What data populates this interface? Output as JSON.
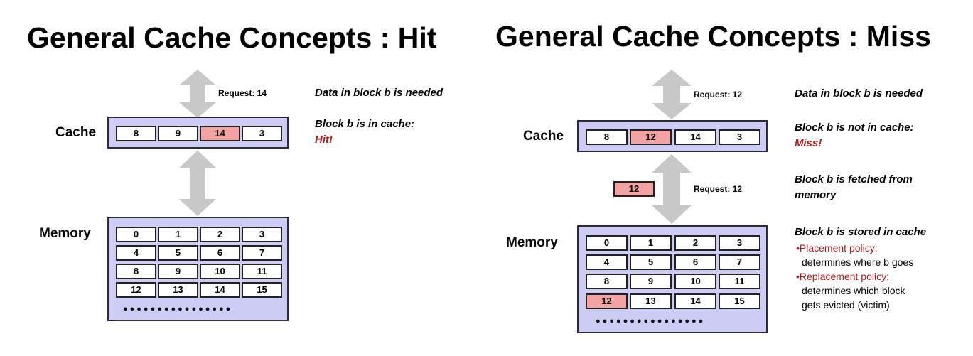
{
  "colors": {
    "panel": "#ccccf4",
    "highlight": "#f4a3a3",
    "arrow": "#c8c8c8",
    "accent_red": "#b01a1a"
  },
  "hit": {
    "title": "General Cache Concepts : Hit",
    "request": "Request: 14",
    "cache_label": "Cache",
    "memory_label": "Memory",
    "cache_cells": [
      "8",
      "9",
      "14",
      "3"
    ],
    "memory_cells": [
      "0",
      "1",
      "2",
      "3",
      "4",
      "5",
      "6",
      "7",
      "8",
      "9",
      "10",
      "11",
      "12",
      "13",
      "14",
      "15"
    ],
    "dots": "●●●●●●●●●●●●●●●●",
    "note1": "Data in block b is needed",
    "note2": "Block b is in cache:",
    "note2_red": "Hit!"
  },
  "miss": {
    "title": "General Cache Concepts : Miss",
    "request_top": "Request: 12",
    "request_bottom": "Request: 12",
    "cache_label": "Cache",
    "memory_label": "Memory",
    "cache_cells": [
      "8",
      "12",
      "14",
      "3"
    ],
    "memory_cells": [
      "0",
      "1",
      "2",
      "3",
      "4",
      "5",
      "6",
      "7",
      "8",
      "9",
      "10",
      "11",
      "12",
      "13",
      "14",
      "15"
    ],
    "fetched_block": "12",
    "dots": "●●●●●●●●●●●●●●●●",
    "note1": "Data in block b is needed",
    "note2": "Block b is not in cache:",
    "note2_red": "Miss!",
    "note3": "Block b is fetched from memory",
    "note4": "Block b is stored in cache",
    "bullet1_red": "Placement policy:",
    "bullet1_text": "determines where b goes",
    "bullet2_red": "Replacement policy:",
    "bullet2_text": "determines which block gets evicted (victim)"
  }
}
